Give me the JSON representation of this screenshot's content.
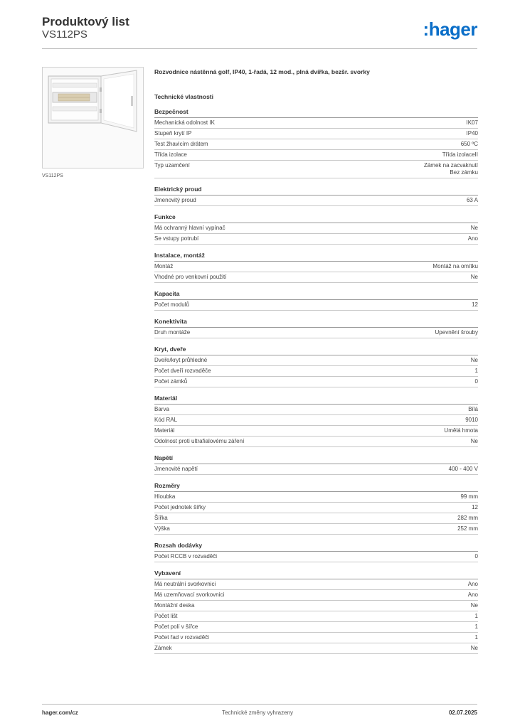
{
  "header": {
    "title": "Produktový list",
    "code": "VS112PS",
    "logo": ":hager",
    "brand_color": "#0a6ec8"
  },
  "image": {
    "caption": "VS112PS"
  },
  "main": {
    "description": "Rozvodnice nástěnná golf, IP40, 1-řadá, 12 mod., plná dvířka, bezšr. svorky",
    "tech_heading": "Technické vlastnosti",
    "sections": [
      {
        "title": "Bezpečnost",
        "rows": [
          {
            "label": "Mechanická odolnost IK",
            "value": "IK07"
          },
          {
            "label": "Stupeň krytí IP",
            "value": "IP40"
          },
          {
            "label": "Test žhavicím drátem",
            "value": "650 ºC"
          },
          {
            "label": "Třída izolace",
            "value": "Třída izolaceII"
          },
          {
            "label": "Typ uzamčení",
            "value": "Zámek na zacvaknutí\nBez zámku"
          }
        ]
      },
      {
        "title": "Elektrický proud",
        "rows": [
          {
            "label": "Jmenovitý proud",
            "value": "63 A"
          }
        ]
      },
      {
        "title": "Funkce",
        "rows": [
          {
            "label": "Má ochranný hlavní vypínač",
            "value": "Ne"
          },
          {
            "label": "Se vstupy potrubí",
            "value": "Ano"
          }
        ]
      },
      {
        "title": "Instalace, montáž",
        "rows": [
          {
            "label": "Montáž",
            "value": "Montáž na omítku"
          },
          {
            "label": "Vhodné pro venkovní použití",
            "value": "Ne"
          }
        ]
      },
      {
        "title": "Kapacita",
        "rows": [
          {
            "label": "Počet modulů",
            "value": "12"
          }
        ]
      },
      {
        "title": "Konektivita",
        "rows": [
          {
            "label": "Druh montáže",
            "value": "Upevnění šrouby"
          }
        ]
      },
      {
        "title": "Kryt, dveře",
        "rows": [
          {
            "label": "Dveře/kryt průhledné",
            "value": "Ne"
          },
          {
            "label": "Počet dveří rozvaděče",
            "value": "1"
          },
          {
            "label": "Počet zámků",
            "value": "0"
          }
        ]
      },
      {
        "title": "Materiál",
        "rows": [
          {
            "label": "Barva",
            "value": "Bílá"
          },
          {
            "label": "Kód RAL",
            "value": "9010"
          },
          {
            "label": "Materiál",
            "value": "Umělá hmota"
          },
          {
            "label": "Odolnost proti ultrafialovému záření",
            "value": "Ne"
          }
        ]
      },
      {
        "title": "Napětí",
        "rows": [
          {
            "label": "Jmenovité napětí",
            "value": "400 - 400 V"
          }
        ]
      },
      {
        "title": "Rozměry",
        "rows": [
          {
            "label": "Hloubka",
            "value": "99 mm"
          },
          {
            "label": "Počet jednotek šířky",
            "value": "12"
          },
          {
            "label": "Šířka",
            "value": "282 mm"
          },
          {
            "label": "Výška",
            "value": "252 mm"
          }
        ]
      },
      {
        "title": "Rozsah dodávky",
        "rows": [
          {
            "label": "Počet RCCB v rozvaděči",
            "value": "0"
          }
        ]
      },
      {
        "title": "Vybavení",
        "rows": [
          {
            "label": "Má neutrální svorkovnici",
            "value": "Ano"
          },
          {
            "label": "Má uzemňovací svorkovnici",
            "value": "Ano"
          },
          {
            "label": "Montážní deska",
            "value": "Ne"
          },
          {
            "label": "Počet lišt",
            "value": "1"
          },
          {
            "label": "Počet polí v šířce",
            "value": "1"
          },
          {
            "label": "Počet řad v rozvaděči",
            "value": "1"
          },
          {
            "label": "Zámek",
            "value": "Ne"
          }
        ]
      }
    ]
  },
  "footer": {
    "website": "hager.com/cz",
    "notice": "Technické změny vyhrazeny",
    "date": "02.07.2025"
  }
}
